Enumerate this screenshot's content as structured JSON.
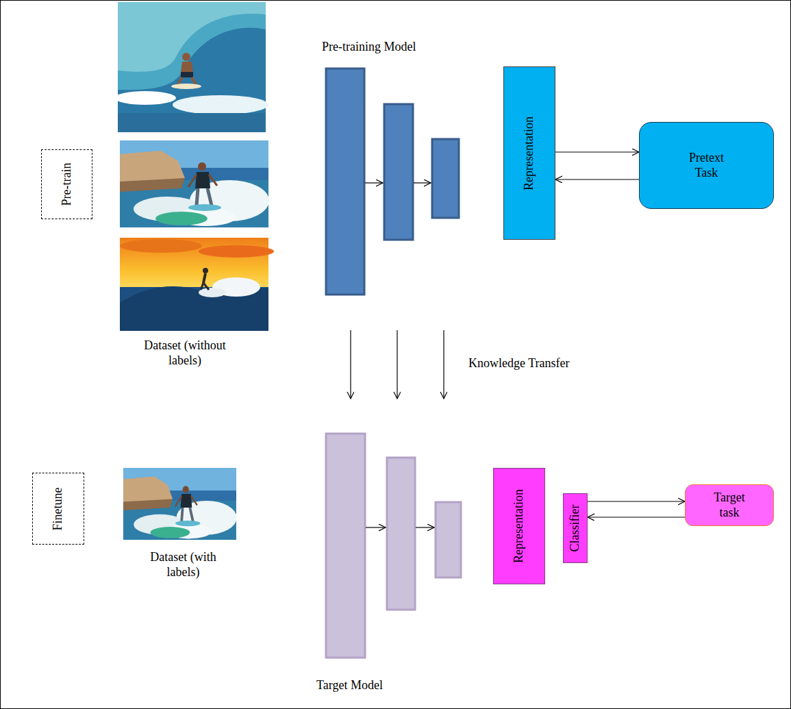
{
  "diagram": {
    "nodes": [
      {
        "text": [
          "Pre-train"
        ]
      },
      {
        "text": [
          "Representation"
        ]
      },
      {
        "text": [
          "Pretext Task"
        ]
      },
      {
        "text": [
          "Finetune"
        ]
      },
      {
        "text": [
          "Representation"
        ]
      },
      {
        "text": [
          "Classifier"
        ]
      },
      {
        "text": [
          "Target task"
        ]
      }
    ],
    "edges": [
      {
        "from": 1,
        "to": 2,
        "arrow": "to"
      },
      {
        "from": 2,
        "to": 1,
        "arrow": "to"
      },
      {
        "from": 5,
        "to": 6,
        "arrow": "to"
      },
      {
        "from": 6,
        "to": 5,
        "arrow": "to"
      }
    ],
    "labels": [
      "Pre-training Model",
      "Dataset (without labels)",
      "Knowledge Transfer",
      "Dataset (with labels)",
      "Target Model"
    ]
  }
}
